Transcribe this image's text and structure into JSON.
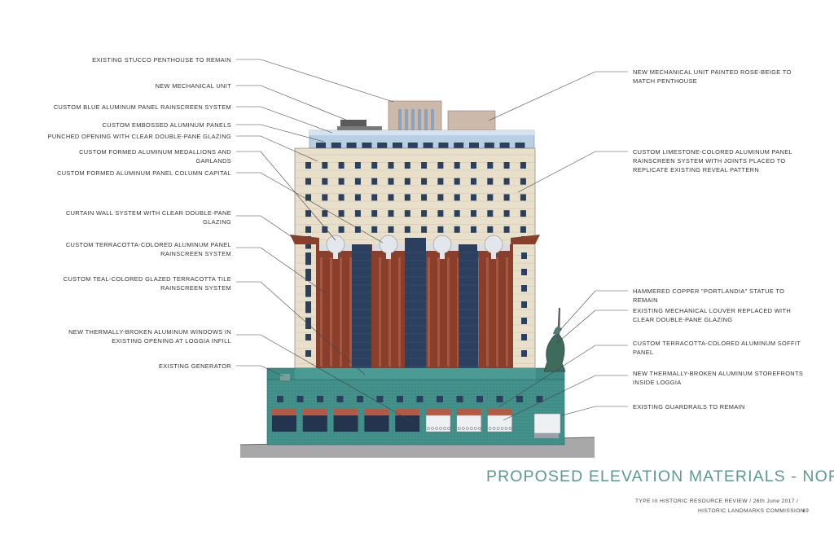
{
  "title": "PROPOSED ELEVATION MATERIALS - NORTH",
  "footer": {
    "line1": "TYPE III HISTORIC RESOURCE REVIEW / 26th June  2017 /",
    "line2": "HISTORIC LANDMARKS COMMISSION",
    "page": "49"
  },
  "colors": {
    "limestone": "#e9e0cb",
    "terracotta": "#8a3f2c",
    "teal": "#3f8c86",
    "blue_glass": "#2b3f5e",
    "penthouse": "#cdb9aa",
    "title_green": "#5e9a8c"
  },
  "labels_left": [
    [
      "EXISTING STUCCO PENTHOUSE TO REMAIN"
    ],
    [
      "NEW MECHANICAL UNIT"
    ],
    [
      "CUSTOM BLUE ALUMINUM PANEL RAINSCREEN SYSTEM"
    ],
    [
      "CUSTOM EMBOSSED ALUMINUM PANELS"
    ],
    [
      "PUNCHED OPENING WITH CLEAR DOUBLE-PANE GLAZING"
    ],
    [
      "CUSTOM FORMED ALUMINUM MEDALLIONS AND",
      "GARLANDS"
    ],
    [
      "CUSTOM FORMED ALUMINUM PANEL COLUMN CAPITAL"
    ],
    [
      "CURTAIN WALL SYSTEM WITH CLEAR DOUBLE-PANE",
      "GLAZING"
    ],
    [
      "CUSTOM TERRACOTTA-COLORED ALUMINUM PANEL",
      "RAINSCREEN SYSTEM"
    ],
    [
      "CUSTOM TEAL-COLORED GLAZED TERRACOTTA TILE",
      "RAINSCREEN SYSTEM"
    ],
    [
      "NEW THERMALLY-BROKEN ALUMINUM WINDOWS IN",
      "EXISTING OPENING AT LOGGIA INFILL"
    ],
    [
      "EXISTING GENERATOR"
    ]
  ],
  "labels_right": [
    [
      "NEW MECHANICAL UNIT PAINTED ROSE-BEIGE TO",
      "MATCH PENTHOUSE"
    ],
    [
      "CUSTOM LIMESTONE-COLORED ALUMINUM PANEL",
      "RAINSCREEN SYSTEM WITH JOINTS PLACED TO",
      "REPLICATE EXISTING REVEAL PATTERN"
    ],
    [
      "HAMMERED COPPER \"PORTLANDIA\" STATUE TO",
      "REMAIN"
    ],
    [
      "EXISTING MECHANICAL LOUVER REPLACED WITH",
      "CLEAR DOUBLE-PANE GLAZING"
    ],
    [
      "CUSTOM TERRACOTTA-COLORED ALUMINUM SOFFIT",
      "PANEL"
    ],
    [
      "NEW THERMALLY-BROKEN ALUMINUM STOREFRONTS",
      "INSIDE LOGGIA"
    ],
    [
      "EXISTING GUARDRAILS TO REMAIN"
    ]
  ]
}
